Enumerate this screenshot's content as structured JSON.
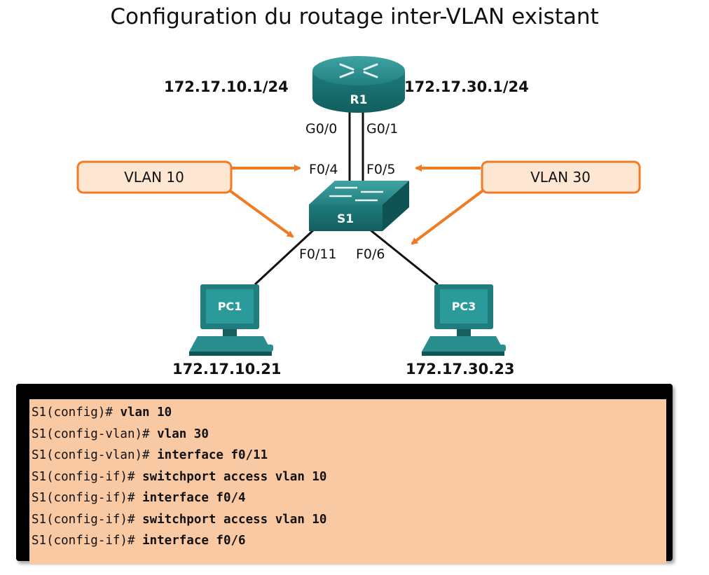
{
  "title": "Configuration du routage inter-VLAN existant",
  "router": {
    "label": "R1",
    "ip_left": "172.17.10.1/24",
    "ip_right": "172.17.30.1/24",
    "port_left": "G0/0",
    "port_right": "G0/1"
  },
  "switch": {
    "label": "S1",
    "port_router_left": "F0/4",
    "port_router_right": "F0/5",
    "port_pc1": "F0/11",
    "port_pc3": "F0/6"
  },
  "vlan_callouts": {
    "left": "VLAN 10",
    "right": "VLAN 30"
  },
  "pcs": [
    {
      "label": "PC1",
      "ip": "172.17.10.21"
    },
    {
      "label": "PC3",
      "ip": "172.17.30.23"
    }
  ],
  "colors": {
    "device": "#1f7d7d",
    "callout_fill": "#fde7d3",
    "callout_border": "#f07b24",
    "arrow": "#f07b24",
    "console_bg": "#f8c9a2"
  },
  "console": [
    {
      "prompt": "S1(config)#",
      "cmd": "vlan 10"
    },
    {
      "prompt": "S1(config-vlan)#",
      "cmd": "vlan 30"
    },
    {
      "prompt": "S1(config-vlan)#",
      "cmd": "interface f0/11"
    },
    {
      "prompt": "S1(config-if)#",
      "cmd": "switchport access vlan 10"
    },
    {
      "prompt": "S1(config-if)#",
      "cmd": "interface f0/4"
    },
    {
      "prompt": "S1(config-if)#",
      "cmd": "switchport access vlan 10"
    },
    {
      "prompt": "S1(config-if)#",
      "cmd": "interface f0/6"
    }
  ]
}
